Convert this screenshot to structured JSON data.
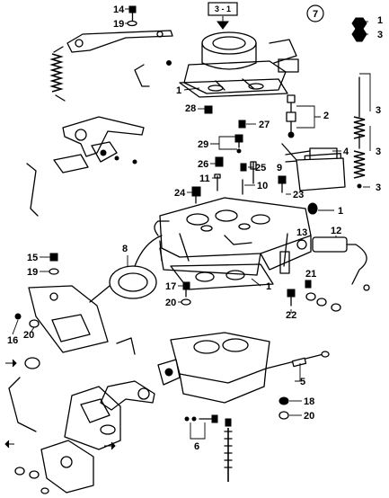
{
  "sheet_number": "7",
  "reference_tag": "3 - 1",
  "callouts": [
    {
      "id": "c14",
      "label": "14"
    },
    {
      "id": "c19a",
      "label": "19"
    },
    {
      "id": "c1a",
      "label": "1"
    },
    {
      "id": "c3a",
      "label": "3"
    },
    {
      "id": "c1b",
      "label": "1"
    },
    {
      "id": "c28",
      "label": "28"
    },
    {
      "id": "c27",
      "label": "27"
    },
    {
      "id": "c2",
      "label": "2"
    },
    {
      "id": "c3b",
      "label": "3"
    },
    {
      "id": "c29",
      "label": "29"
    },
    {
      "id": "c4",
      "label": "4"
    },
    {
      "id": "c26",
      "label": "26"
    },
    {
      "id": "c25",
      "label": "25"
    },
    {
      "id": "c9",
      "label": "9"
    },
    {
      "id": "c3c",
      "label": "3"
    },
    {
      "id": "c11",
      "label": "11"
    },
    {
      "id": "c10",
      "label": "10"
    },
    {
      "id": "c3d",
      "label": "3"
    },
    {
      "id": "c24",
      "label": "24"
    },
    {
      "id": "c23",
      "label": "23"
    },
    {
      "id": "c1c",
      "label": "1"
    },
    {
      "id": "c8",
      "label": "8"
    },
    {
      "id": "c13",
      "label": "13"
    },
    {
      "id": "c12",
      "label": "12"
    },
    {
      "id": "c15",
      "label": "15"
    },
    {
      "id": "c19b",
      "label": "19"
    },
    {
      "id": "c21",
      "label": "21"
    },
    {
      "id": "c17",
      "label": "17"
    },
    {
      "id": "c1d",
      "label": "1"
    },
    {
      "id": "c20a",
      "label": "20"
    },
    {
      "id": "c22",
      "label": "22"
    },
    {
      "id": "c16",
      "label": "16"
    },
    {
      "id": "c20b",
      "label": "20"
    },
    {
      "id": "c5",
      "label": "5"
    },
    {
      "id": "c18",
      "label": "18"
    },
    {
      "id": "c20c",
      "label": "20"
    },
    {
      "id": "c6",
      "label": "6"
    }
  ]
}
